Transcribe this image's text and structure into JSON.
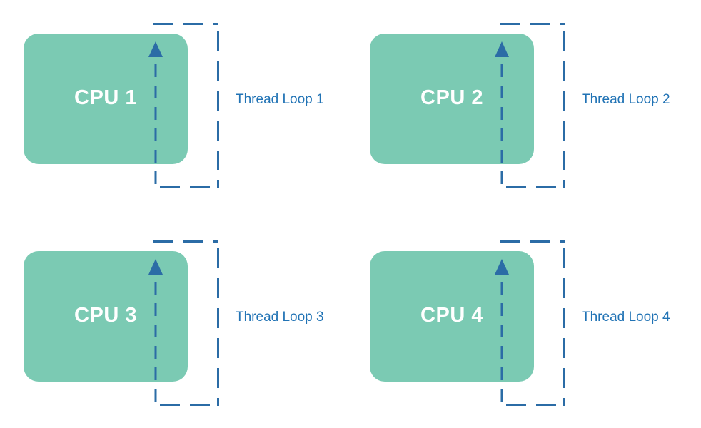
{
  "diagram": {
    "units": [
      {
        "cpu_label": "CPU 1",
        "loop_label": "Thread Loop 1"
      },
      {
        "cpu_label": "CPU 2",
        "loop_label": "Thread Loop 2"
      },
      {
        "cpu_label": "CPU 3",
        "loop_label": "Thread Loop 3"
      },
      {
        "cpu_label": "CPU 4",
        "loop_label": "Thread Loop 4"
      }
    ],
    "colors": {
      "background": "#ffffff",
      "cpu_box_fill": "#7bcab3",
      "cpu_label_text": "#ffffff",
      "loop_dash_stroke": "#2b6ca6",
      "arrow_fill": "#2b6ca6",
      "loop_label_text": "#2173b5"
    }
  }
}
